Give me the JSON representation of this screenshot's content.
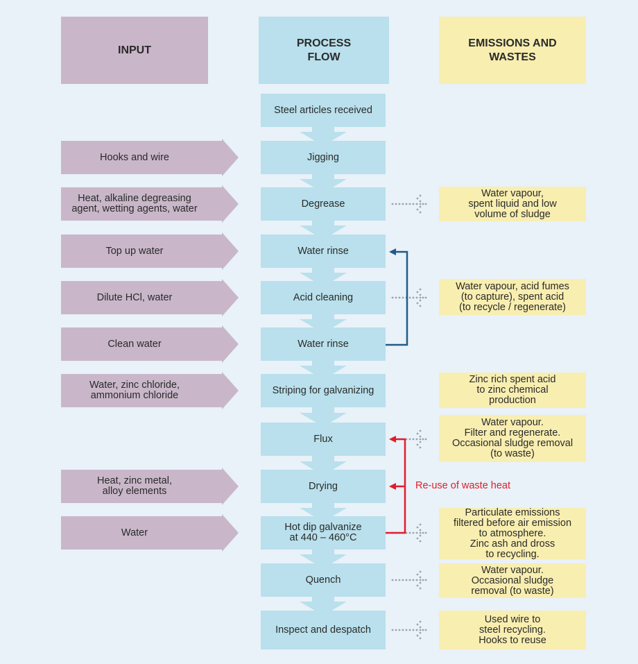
{
  "headers": {
    "input": "INPUT",
    "process": "PROCESS\nFLOW",
    "emissions": "EMISSIONS AND\nWASTES"
  },
  "steps": [
    "Steel articles received",
    "Jigging",
    "Degrease",
    "Water rinse",
    "Acid cleaning",
    "Water rinse",
    "Striping for galvanizing",
    "Flux",
    "Drying",
    "Hot dip galvanize\nat 440 – 460°C",
    "Quench",
    "Inspect and despatch"
  ],
  "inputs": [
    "Hooks and wire",
    "Heat, alkaline degreasing\nagent, wetting agents, water",
    "Top up water",
    "Dilute HCl, water",
    "Clean water",
    "Water, zinc chloride,\nammonium chloride",
    "Heat, zinc metal,\nalloy elements",
    "Water"
  ],
  "emissions": [
    "Water vapour,\nspent liquid and low\nvolume of sludge",
    "Water vapour, acid fumes\n(to capture), spent acid\n(to recycle / regenerate)",
    "Zinc rich spent acid\nto zinc chemical\nproduction",
    "Water vapour.\nFilter and regenerate.\nOccasional sludge removal\n(to waste)",
    "Particulate emissions\nfiltered before air emission\nto atmosphere.\nZinc ash and dross\nto recycling.",
    "Water vapour.\nOccasional sludge\nremoval (to waste)",
    "Used wire to\nsteel recycling.\nHooks to reuse"
  ],
  "annotations": {
    "waste_heat": "Re-use of waste heat"
  },
  "colors": {
    "input": "#c9b7c9",
    "process": "#b9e0ec",
    "emissions": "#f8eeb0",
    "rinse_loop": "#1f5b8a",
    "heat_loop": "#e01e2a"
  }
}
